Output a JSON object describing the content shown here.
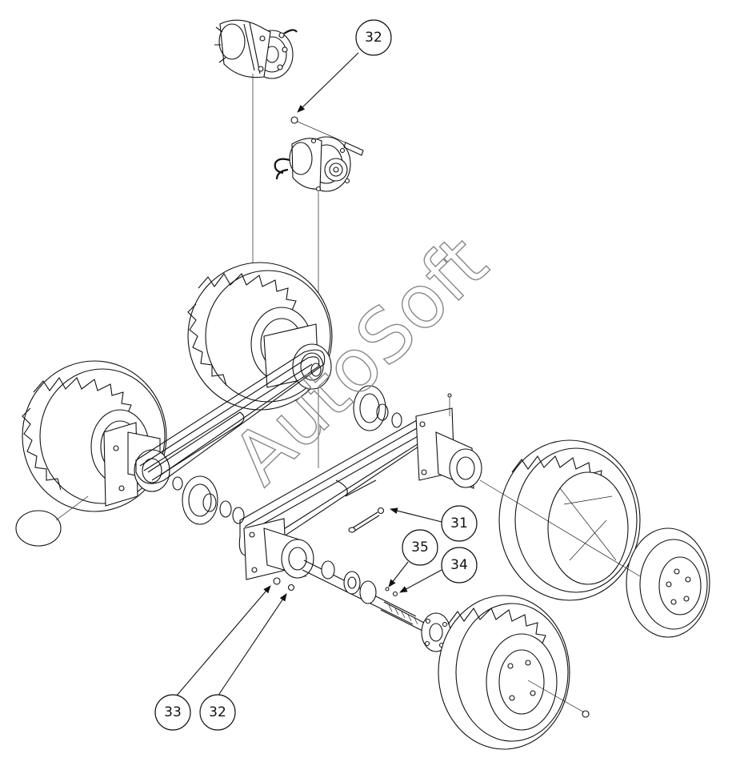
{
  "diagram": {
    "watermark": "AutoSoft",
    "callouts": [
      {
        "id": "c32-top",
        "label": "32"
      },
      {
        "id": "c31",
        "label": "31"
      },
      {
        "id": "c35",
        "label": "35"
      },
      {
        "id": "c34",
        "label": "34"
      },
      {
        "id": "c33",
        "label": "33"
      },
      {
        "id": "c32-bottom",
        "label": "32"
      }
    ]
  }
}
